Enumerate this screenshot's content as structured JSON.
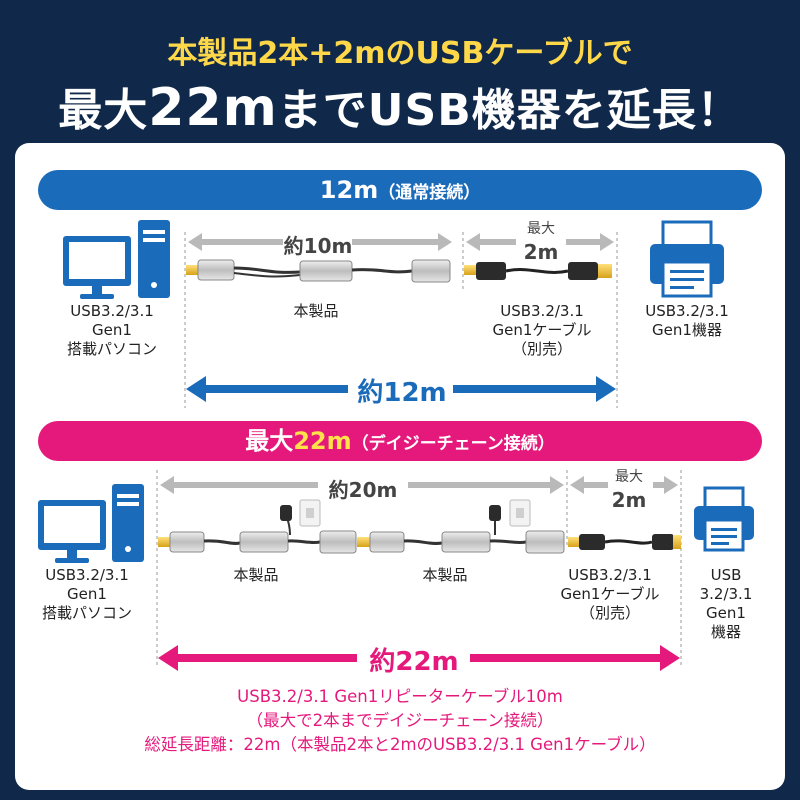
{
  "headline": {
    "line1": "本製品2本+2mのUSBケーブルで",
    "line2_a": "最大",
    "line2_b": "22m",
    "line2_c": "までUSB機器を延長！"
  },
  "section1": {
    "title": "12m",
    "title_sub": "（通常接続）",
    "dim_product": "約10m",
    "dim_cable_a": "最大",
    "dim_cable_b": "2m",
    "total": "約12m",
    "pc_label": [
      "USB3.2/3.1",
      "Gen1",
      "搭載パソコン"
    ],
    "product_label": "本製品",
    "cable_label": [
      "USB3.2/3.1",
      "Gen1ケーブル",
      "（別売）"
    ],
    "device_label": [
      "USB3.2/3.1",
      "Gen1機器"
    ]
  },
  "section2": {
    "title_a": "最大",
    "title_b": "22m",
    "title_sub": "（デイジーチェーン接続）",
    "dim_product": "約20m",
    "dim_cable_a": "最大",
    "dim_cable_b": "2m",
    "total": "約22m",
    "pc_label": [
      "USB3.2/3.1",
      "Gen1",
      "搭載パソコン"
    ],
    "product_label_1": "本製品",
    "product_label_2": "本製品",
    "cable_label": [
      "USB3.2/3.1",
      "Gen1ケーブル",
      "（別売）"
    ],
    "device_label": [
      "USB",
      "3.2/3.1",
      "Gen1",
      "機器"
    ]
  },
  "notes": [
    "USB3.2/3.1 Gen1リピーターケーブル10m",
    "（最大で2本までデイジーチェーン接続）",
    "総延長距離：22m（本製品2本と2mのUSB3.2/3.1 Gen1ケーブル）"
  ],
  "colors": {
    "background": "#10294a",
    "blue": "#1b6bbb",
    "magenta": "#e5197c",
    "yellow": "#ffd84a",
    "gray_arrow": "#b9b9b9"
  }
}
